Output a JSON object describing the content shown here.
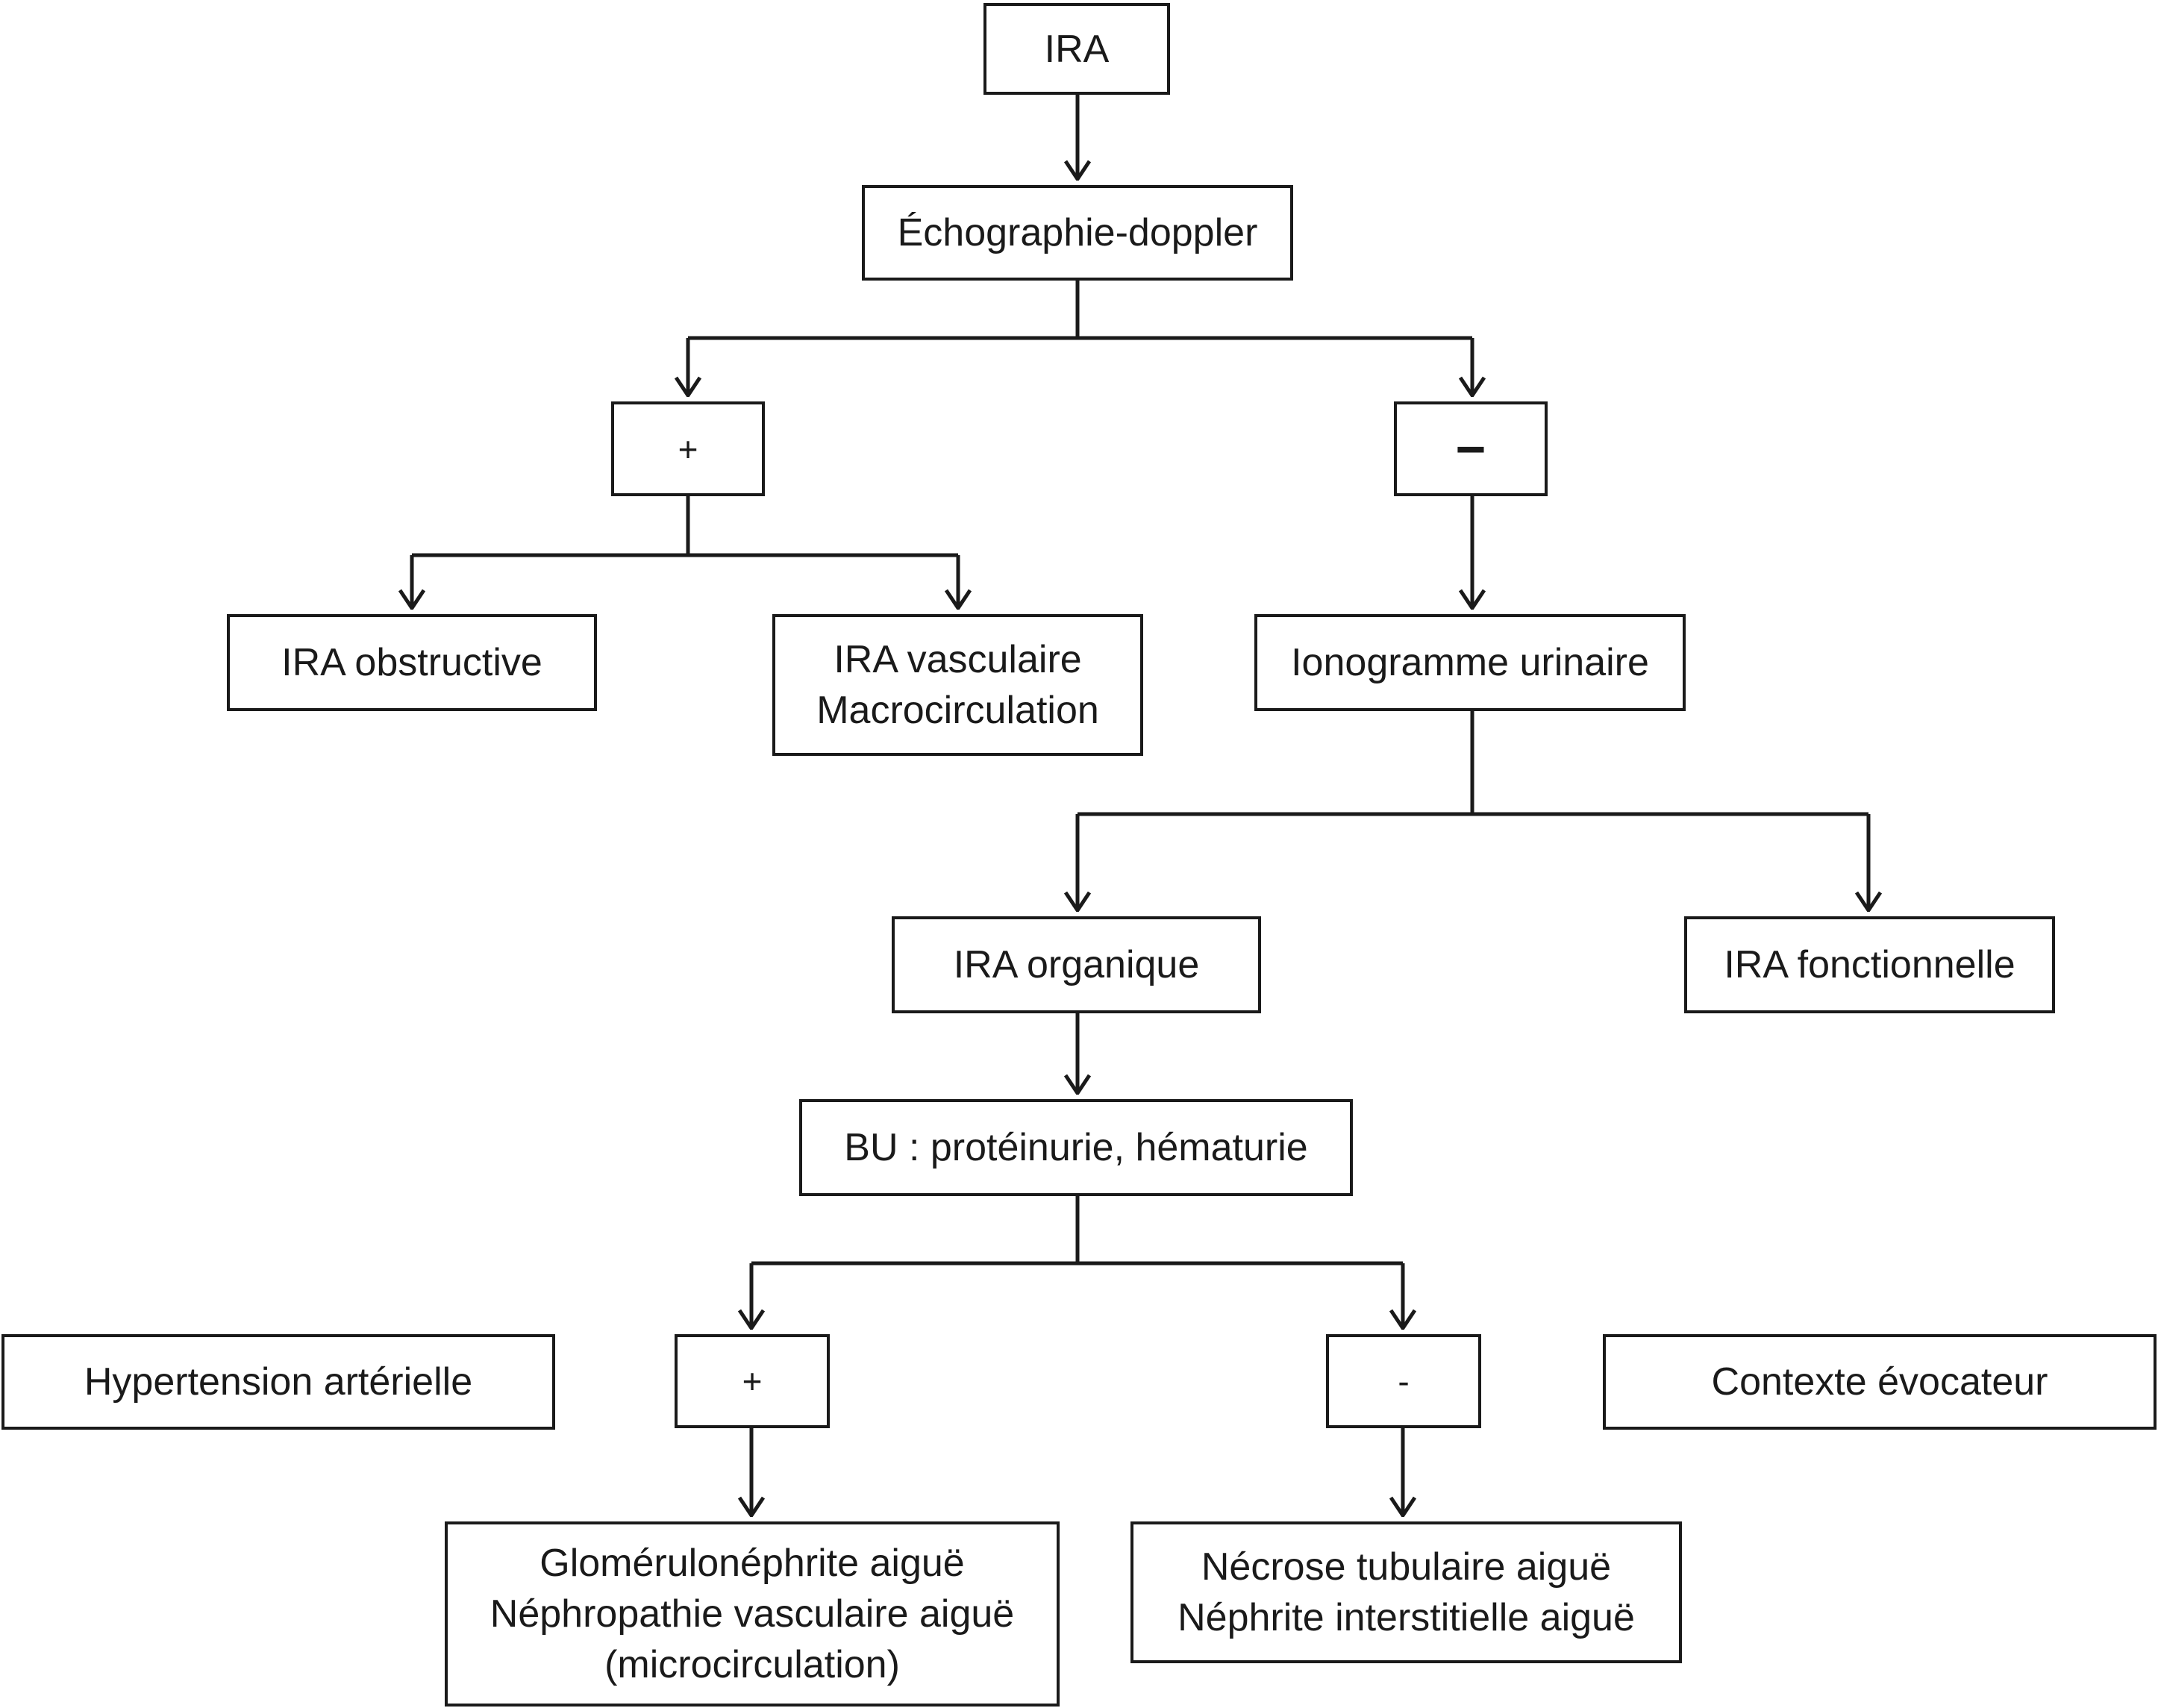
{
  "nodes": {
    "ira": [
      "IRA"
    ],
    "echo": [
      "Échographie-doppler"
    ],
    "plus1": [
      "+"
    ],
    "minus1": [
      "−"
    ],
    "obstructive": [
      "IRA obstructive"
    ],
    "vasculaire": [
      "IRA vasculaire",
      "Macrocirculation"
    ],
    "ionogramme": [
      "Ionogramme urinaire"
    ],
    "organique": [
      "IRA organique"
    ],
    "fonctionnelle": [
      "IRA fonctionnelle"
    ],
    "bu": [
      "BU : protéinurie, hématurie"
    ],
    "hta": [
      "Hypertension artérielle"
    ],
    "plus2": [
      "+"
    ],
    "minus2": [
      "-"
    ],
    "contexte": [
      "Contexte évocateur"
    ],
    "glomerulo": [
      "Glomérulonéphrite aiguë",
      "Néphropathie vasculaire aiguë",
      "(microcirculation)"
    ],
    "necrose": [
      "Nécrose tubulaire aiguë",
      "Néphrite interstitielle aiguë"
    ]
  },
  "colors": {
    "stroke": "#1a1a1a",
    "background": "#ffffff"
  }
}
